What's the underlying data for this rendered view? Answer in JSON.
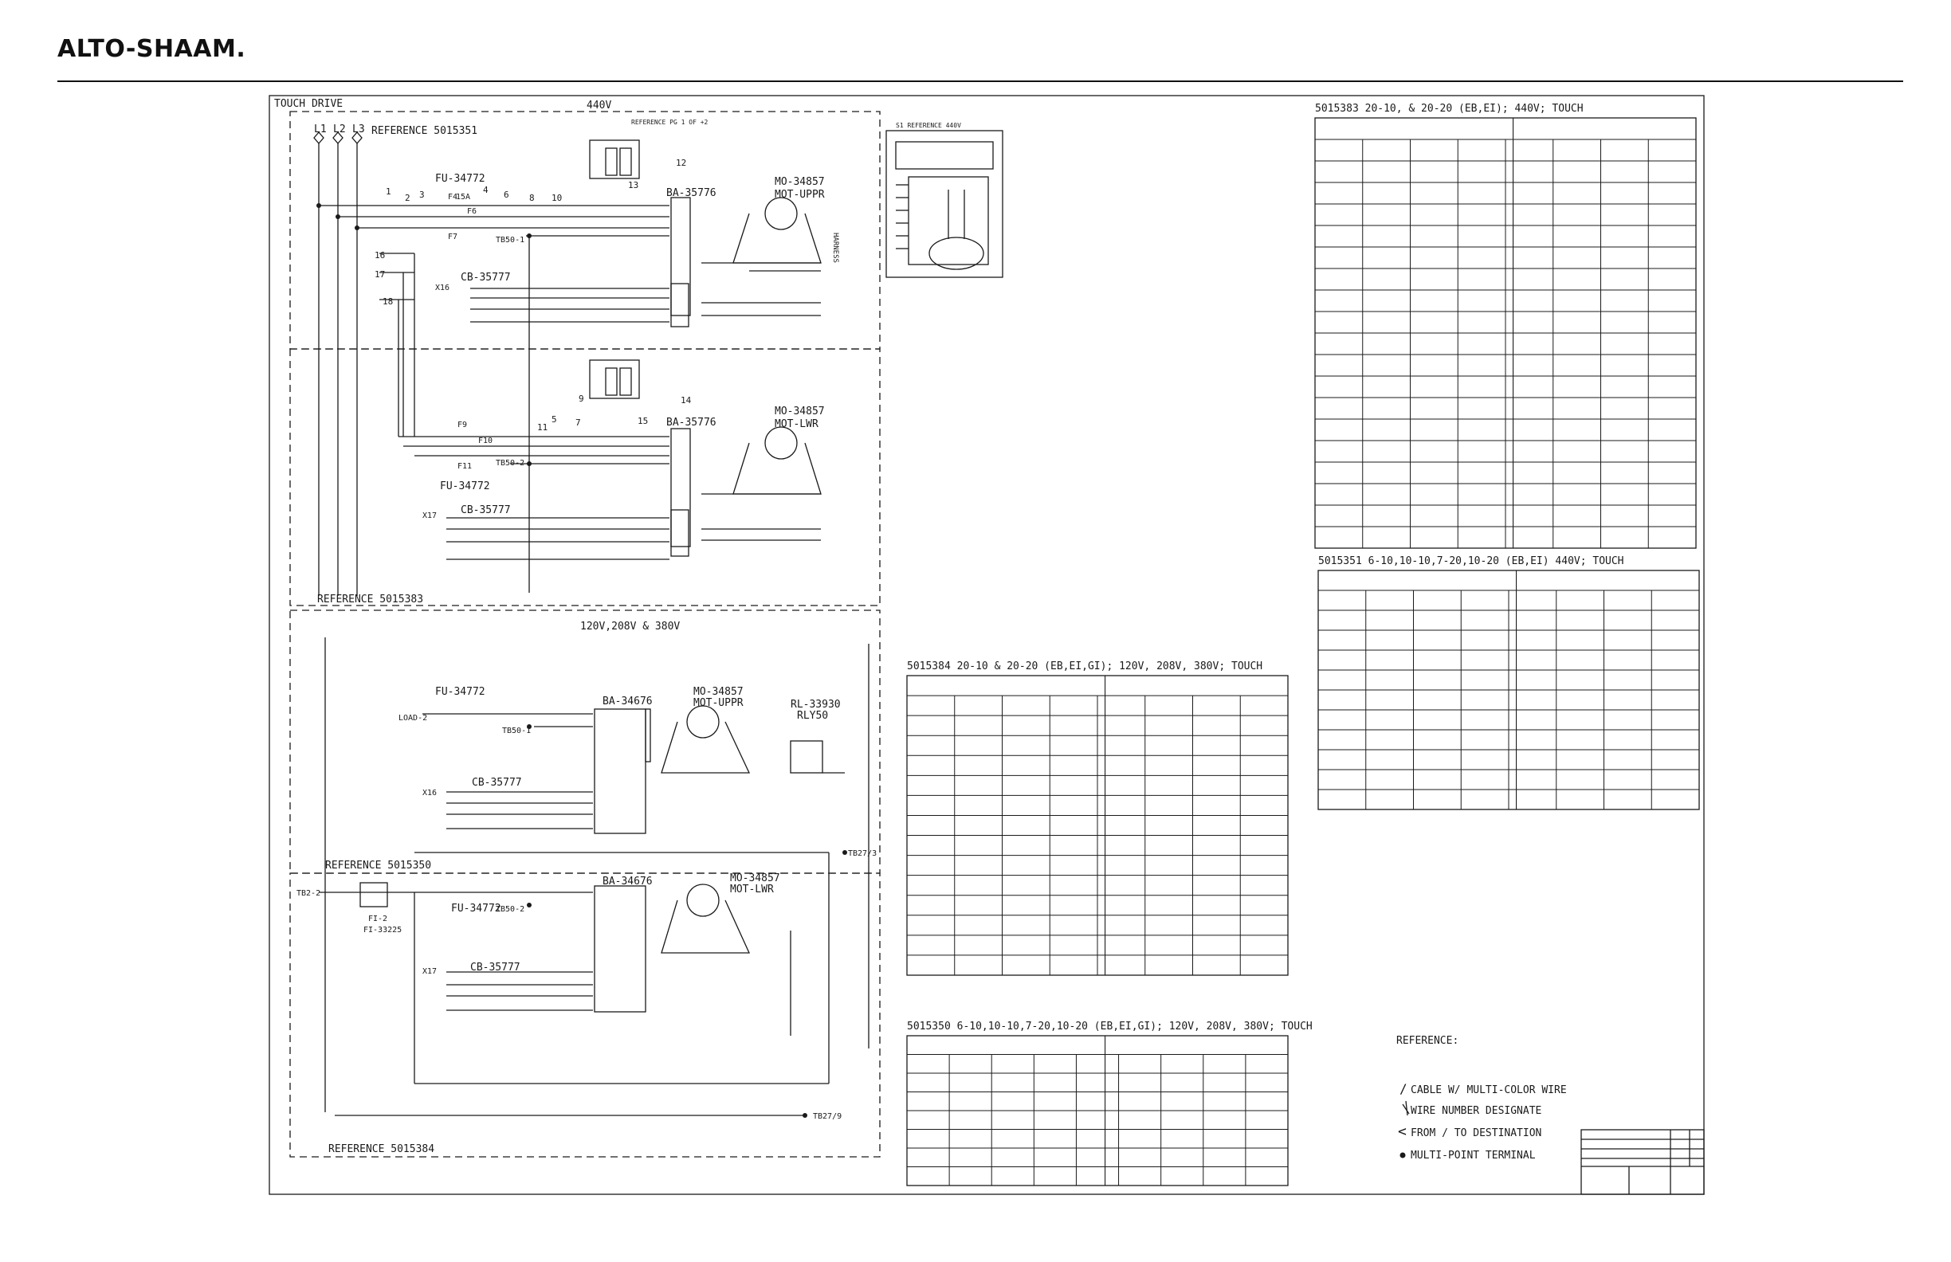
{
  "header": {
    "logo_text": "ALTO-SHAAM."
  },
  "drawing": {
    "title": "TOUCH DRIVE",
    "upper_section": {
      "voltage": "440V",
      "lines": [
        "L1",
        "L2",
        "L3"
      ],
      "reference_top": "REFERENCE 5015351",
      "reference_bottom": "REFERENCE 5015383",
      "fuse_upper": "FU-34772",
      "fuse_lower": "FU-34772",
      "breaker_upper": "CB-35777",
      "breaker_lower": "CB-35777",
      "drive_upper": "BA-35776",
      "drive_lower": "BA-35776",
      "motor_upper": "MO-34857",
      "motor_upper_name": "MOT-UPPR",
      "motor_lower": "MO-34857",
      "motor_lower_name": "MOT-LWR",
      "terminal_upper": "TB50-1",
      "terminal_lower": "TB50-2",
      "x_upper": "X16",
      "x_lower": "X17",
      "harness": "HARNESS",
      "ref_pg": "REFERENCE PG 1 OF +2",
      "rating": "15A",
      "fuse_tags": [
        "F4",
        "F6",
        "F7",
        "F9",
        "F10",
        "F11"
      ],
      "wire_numbers": [
        "1",
        "2",
        "3",
        "4",
        "6",
        "8",
        "10",
        "12",
        "13",
        "14",
        "15",
        "16",
        "17",
        "18",
        "5",
        "7",
        "9",
        "11"
      ]
    },
    "lower_section": {
      "voltage": "120V,208V & 380V",
      "reference_mid": "REFERENCE 5015350",
      "reference_bottom": "REFERENCE 5015384",
      "fuse_upper": "FU-34772",
      "fuse_lower": "FU-34772",
      "filter": "FI-33225",
      "filter_tag": "FI-2",
      "load": "LOAD-2",
      "breaker_upper": "CB-35777",
      "breaker_lower": "CB-35777",
      "drive_upper": "BA-34676",
      "drive_lower": "BA-34676",
      "motor_upper": "MO-34857",
      "motor_upper_name": "MOT-UPPR",
      "motor_lower": "MO-34857",
      "motor_lower_name": "MOT-LWR",
      "relay": "RL-33930",
      "relay_name": "RLY50",
      "terminal_upper": "TB50-1",
      "terminal_lower": "TB50-2",
      "tb2": "TB2-2",
      "tb27_3": "TB27/3",
      "tb27_9": "TB27/9",
      "x_upper": "X16",
      "x_lower": "X17"
    },
    "inset_label": "S1 REFERENCE 440V"
  },
  "tables": [
    {
      "title": "5015383 20-10, & 20-20 (EB,EI); 440V; TOUCH",
      "rows": 19,
      "cols": 8
    },
    {
      "title": "5015351 6-10,10-10,7-20,10-20 (EB,EI) 440V; TOUCH",
      "rows": 11,
      "cols": 8
    },
    {
      "title": "5015384  20-10 & 20-20 (EB,EI,GI); 120V, 208V, 380V; TOUCH",
      "rows": 14,
      "cols": 8
    },
    {
      "title": "5015350  6-10,10-10,7-20,10-20 (EB,EI,GI); 120V, 208V, 380V; TOUCH",
      "rows": 7,
      "cols": 9
    }
  ],
  "legend": {
    "title": "REFERENCE:",
    "items": [
      {
        "symbol": "/",
        "label": "CABLE W/ MULTI-COLOR WIRE"
      },
      {
        "symbol": "wire",
        "label": "WIRE NUMBER DESIGNATE"
      },
      {
        "symbol": "<",
        "label": "FROM / TO DESTINATION"
      },
      {
        "symbol": "dot",
        "label": "MULTI-POINT TERMINAL"
      }
    ]
  }
}
